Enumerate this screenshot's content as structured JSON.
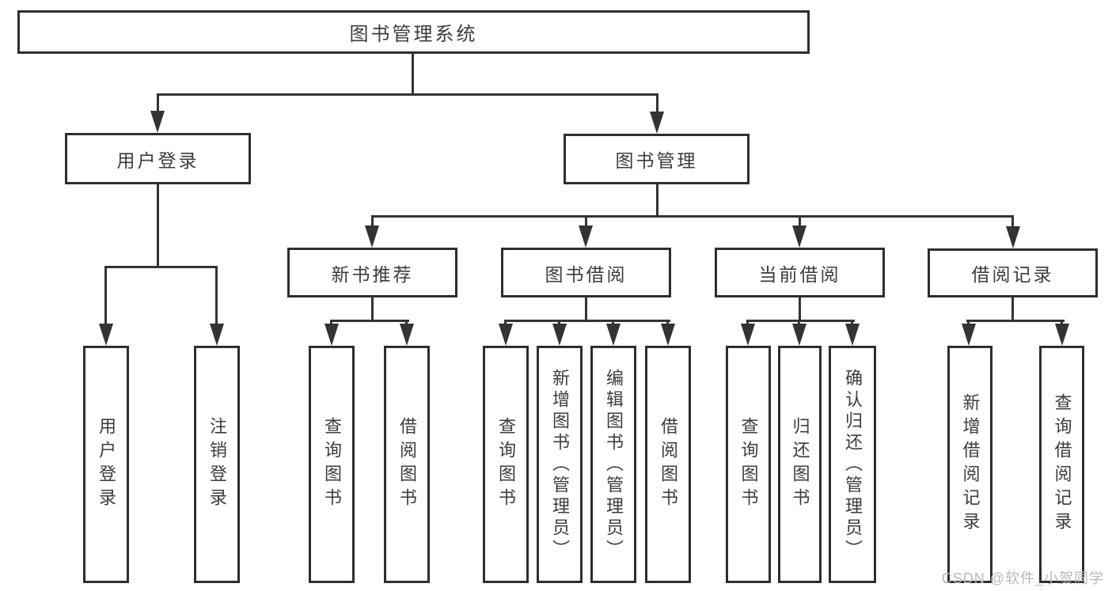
{
  "colors": {
    "background": "#ffffff",
    "line": "#333333",
    "border": "#2e2e2e",
    "text": "#3c3c3c",
    "watermark": "#b9b9b9"
  },
  "watermark": {
    "text": "CSDN @软件_小贺同学"
  },
  "diagram": {
    "root": {
      "label": "图书管理系统"
    },
    "level2": {
      "user_login": {
        "label": "用户登录"
      },
      "book_mgmt": {
        "label": "图书管理"
      }
    },
    "level3": {
      "new_book_rec": {
        "label": "新书推荐"
      },
      "book_borrow": {
        "label": "图书借阅"
      },
      "current_borrow": {
        "label": "当前借阅"
      },
      "borrow_record": {
        "label": "借阅记录"
      }
    },
    "leaves": {
      "user_login": {
        "label": "用户登录"
      },
      "logout": {
        "label": "注销登录"
      },
      "rec_query_book": {
        "label": "查询图书"
      },
      "rec_borrow_book": {
        "label": "借阅图书"
      },
      "bor_query_book": {
        "label": "查询图书"
      },
      "bor_add_book": {
        "label": "新增图书（管理员）"
      },
      "bor_edit_book": {
        "label": "编辑图书（管理员）"
      },
      "bor_borrow_book": {
        "label": "借阅图书"
      },
      "cur_query_book": {
        "label": "查询图书"
      },
      "cur_return_book": {
        "label": "归还图书"
      },
      "cur_confirm_return": {
        "label": "确认归还（管理员）"
      },
      "rcd_add_record": {
        "label": "新增借阅记录"
      },
      "rcd_query_record": {
        "label": "查询借阅记录"
      }
    }
  }
}
